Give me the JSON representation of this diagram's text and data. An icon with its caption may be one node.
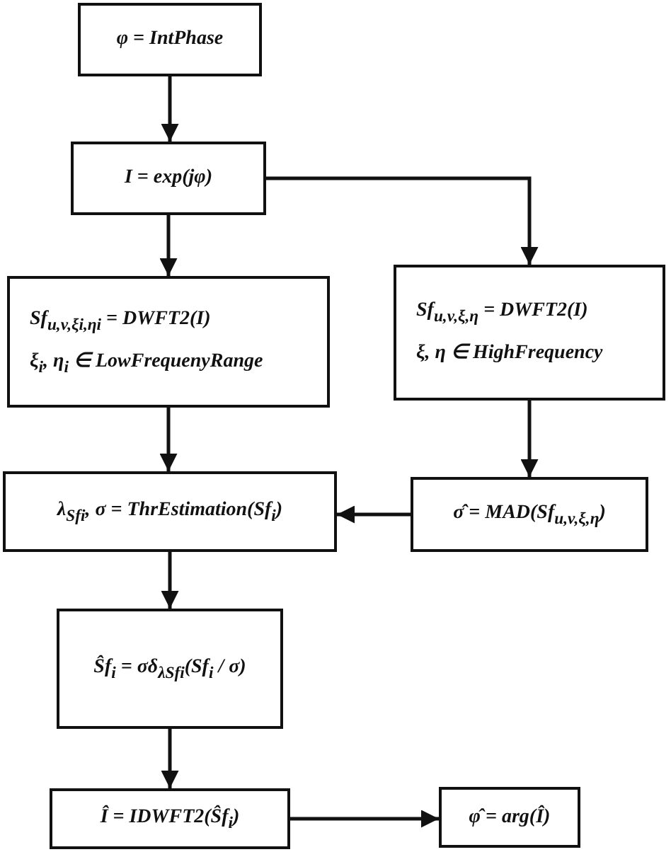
{
  "diagram": {
    "nodes": [
      {
        "text": [
          "φ = IntPhase"
        ]
      },
      {
        "text": [
          "I = exp(jφ)"
        ]
      },
      {
        "text": [
          "Sf$_{u,v,ξi,ηi}$ = DWFT2(I)",
          "ξ$_{i}$, η$_{i}$ ∈ LowFrequenyRange"
        ]
      },
      {
        "text": [
          "Sf$_{u,v,ξ,η}$ = DWFT2(I)",
          "ξ, η ∈ HighFrequency"
        ]
      },
      {
        "text": [
          "λ$_{Sfi}$, σ = ThrEstimation(Sf$_{i}$)"
        ]
      },
      {
        "text": [
          "σ̂ = MAD(Sf$_{u,v,ξ,η}$)"
        ]
      },
      {
        "text": [
          "Ŝf$_{i}$ = σδ$_{λSfi}$(Sf$_{i}$ / σ)"
        ]
      },
      {
        "text": [
          "Î = IDWFT2(Ŝf$_{i}$)"
        ]
      },
      {
        "text": [
          "φ̂ = arg(Î)"
        ]
      }
    ],
    "edges": [
      {
        "from": 0,
        "to": 1,
        "arrow": "to"
      },
      {
        "from": 1,
        "to": 2,
        "arrow": "to"
      },
      {
        "from": 1,
        "to": 3,
        "arrow": "to"
      },
      {
        "from": 2,
        "to": 4,
        "arrow": "to"
      },
      {
        "from": 3,
        "to": 5,
        "arrow": "to"
      },
      {
        "from": 5,
        "to": 4,
        "arrow": "to"
      },
      {
        "from": 4,
        "to": 6,
        "arrow": "to"
      },
      {
        "from": 6,
        "to": 7,
        "arrow": "to"
      },
      {
        "from": 7,
        "to": 8,
        "arrow": "to"
      }
    ]
  }
}
